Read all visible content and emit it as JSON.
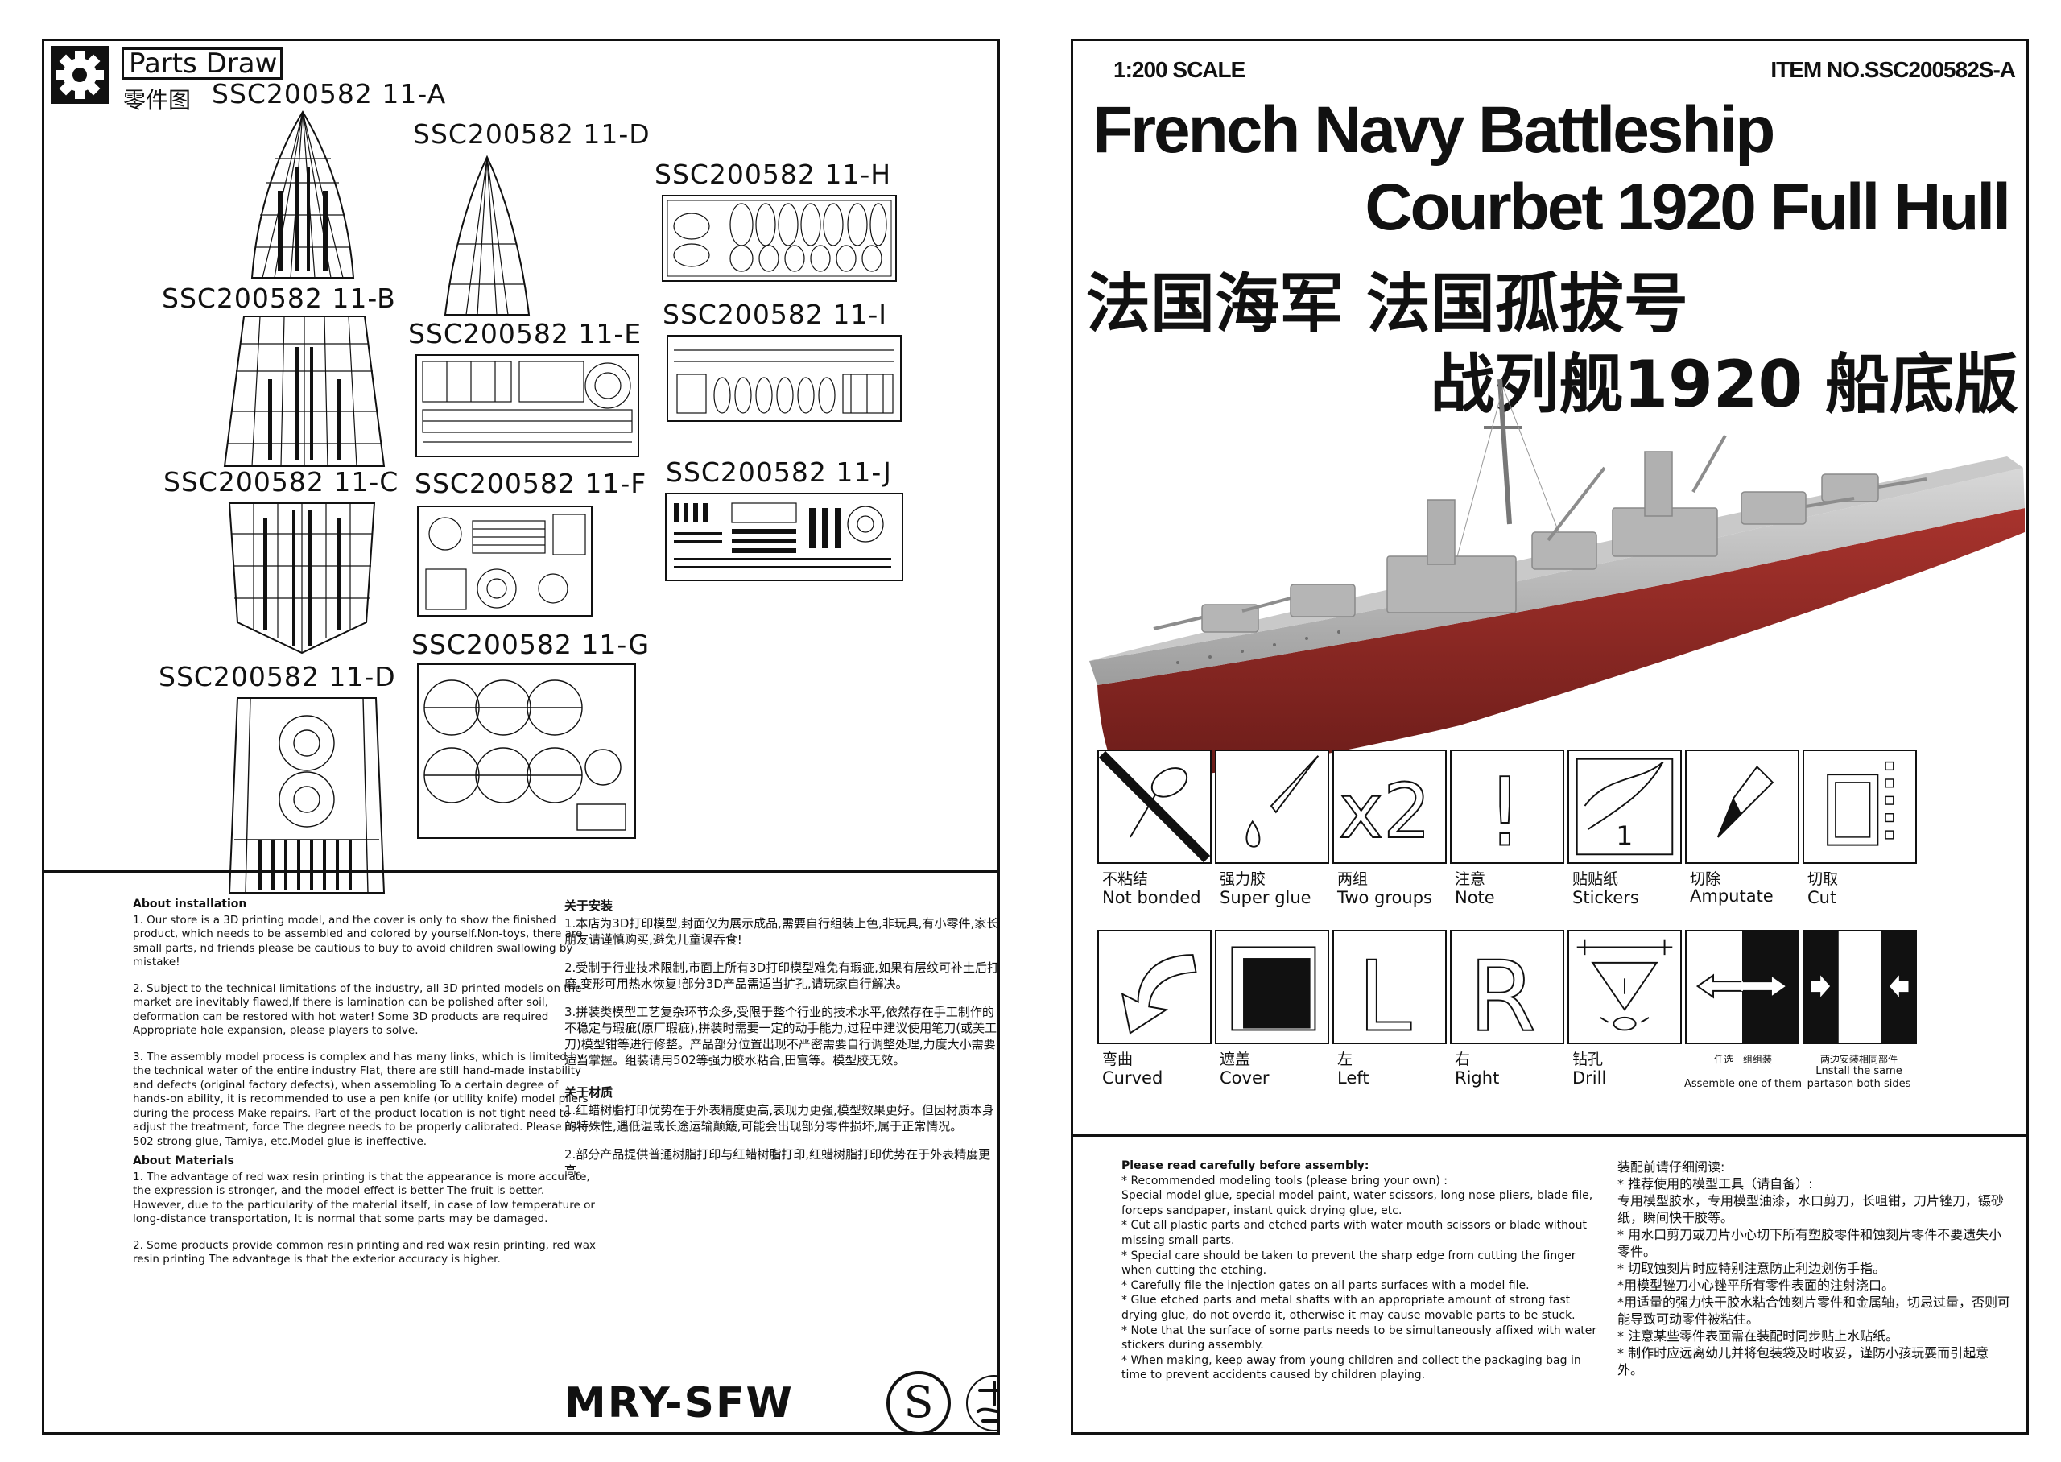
{
  "left_page": {
    "header": {
      "title": "Parts Draw",
      "subtitle": "零件图",
      "icon": "gear-icon"
    },
    "parts": [
      {
        "id": "a",
        "label": "SSC200582 11-A"
      },
      {
        "id": "d1",
        "label": "SSC200582 11-D"
      },
      {
        "id": "h",
        "label": "SSC200582 11-H"
      },
      {
        "id": "b",
        "label": "SSC200582 11-B"
      },
      {
        "id": "e",
        "label": "SSC200582 11-E"
      },
      {
        "id": "i",
        "label": "SSC200582 11-I"
      },
      {
        "id": "c",
        "label": "SSC200582 11-C"
      },
      {
        "id": "f",
        "label": "SSC200582 11-F"
      },
      {
        "id": "j",
        "label": "SSC200582 11-J"
      },
      {
        "id": "g",
        "label": "SSC200582 11-G"
      },
      {
        "id": "d2",
        "label": "SSC200582 11-D"
      }
    ],
    "installation_en": {
      "heading": "About installation",
      "items": [
        "1. Our store is a 3D printing model, and the cover is only to show the finished product, which needs to be assembled and colored by yourself.Non-toys, there are small parts, nd friends please be cautious to buy to avoid children swallowing by mistake!",
        "2. Subject to the technical limitations of the industry, all 3D printed models on the market are inevitably flawed,If there is lamination can be polished after soil, deformation can be restored with hot water! Some 3D products are required Appropriate hole expansion, please players to solve.",
        "3. The assembly model process is complex and has many links, which is limited by the technical water of the entire industry Flat, there are still hand-made instability and defects (original factory defects), when assembling To a certain degree of hands-on ability, it is recommended to use a pen knife (or utility knife) model pliers during the process Make repairs. Part of the product location is not tight need to adjust the treatment, force The degree needs to be properly calibrated. Please use 502 strong glue, Tamiya, etc.Model glue is ineffective."
      ]
    },
    "materials_en": {
      "heading": "About Materials",
      "items": [
        "1. The advantage of red wax resin printing is that the appearance is more accurate, the expression is stronger, and the model effect is better The fruit is better. However, due to the particularity of the material itself, in case of low temperature or long-distance transportation, It is normal that some parts may be damaged.",
        "2. Some products provide common resin printing and red wax resin printing, red wax resin printing The advantage is that the exterior accuracy is higher."
      ]
    },
    "installation_zh": {
      "heading": "关于安装",
      "items": [
        "1.本店为3D打印模型,封面仅为展示成品,需要自行组装上色,非玩具,有小零件,家长朋友请谨慎购买,避免儿童误吞食!",
        "2.受制于行业技术限制,市面上所有3D打印模型难免有瑕疵,如果有层纹可补土后打磨,变形可用热水恢复!部分3D产品需适当扩孔,请玩家自行解决。",
        "3.拼装类模型工艺复杂环节众多,受限于整个行业的技术水平,依然存在手工制作的不稳定与瑕疵(原厂瑕疵),拼装时需要一定的动手能力,过程中建议使用笔刀(或美工刀)模型钳等进行修整。产品部分位置出现不严密需要自行调整处理,力度大小需要适当掌握。组装请用502等强力胶水粘合,田宫等。模型胶无效。"
      ]
    },
    "materials_zh": {
      "heading": "关于材质",
      "items": [
        "1.红蜡树脂打印优势在于外表精度更高,表现力更强,模型效果更好。但因材质本身的特殊性,遇低温或长途运输颠簸,可能会出现部分零件损坏,属于正常情况。",
        "2.部分产品提供普通树脂打印与红蜡树脂打印,红蜡树脂打印优势在于外表精度更高。"
      ]
    },
    "brand": {
      "name": "MRY-SFW",
      "mark": "S"
    }
  },
  "right_page": {
    "scale": "1:200 SCALE",
    "item_no": "ITEM NO.SSC200582S-A",
    "title_line1": "French Navy Battleship",
    "title_line2": "Courbet 1920 Full Hull",
    "title_zh_line1": "法国海军 法国孤拔号",
    "title_zh_line2": "战列舰1920 船底版",
    "colors": {
      "hull_red": "#8e2a26",
      "hull_grey": "#b8b8b8"
    },
    "icons": [
      {
        "id": "not-bonded",
        "zh": "不粘结",
        "en": "Not bonded"
      },
      {
        "id": "super-glue",
        "zh": "强力胶",
        "en": "Super glue"
      },
      {
        "id": "two-groups",
        "zh": "两组",
        "en": "Two groups",
        "glyph": "x2"
      },
      {
        "id": "note",
        "zh": "注意",
        "en": "Note",
        "glyph": "!"
      },
      {
        "id": "stickers",
        "zh": "贴贴纸",
        "en": "Stickers",
        "glyph": "1"
      },
      {
        "id": "amputate",
        "zh": "切除",
        "en": "Amputate"
      },
      {
        "id": "cut",
        "zh": "切取",
        "en": "Cut"
      },
      {
        "id": "curved",
        "zh": "弯曲",
        "en": "Curved"
      },
      {
        "id": "cover",
        "zh": "遮盖",
        "en": "Cover"
      },
      {
        "id": "left",
        "zh": "左",
        "en": "Left",
        "glyph": "L"
      },
      {
        "id": "right",
        "zh": "右",
        "en": "Right",
        "glyph": "R"
      },
      {
        "id": "drill",
        "zh": "钻孔",
        "en": "Drill"
      },
      {
        "id": "assemble-one",
        "zh": "任选一组组装",
        "en": "Assemble one of them"
      },
      {
        "id": "install-both",
        "zh": "两边安装相同部件",
        "en1": "Lnstall the same",
        "en2": "partason both sides"
      }
    ],
    "instructions_en": {
      "heading": "Please read carefully before assembly:",
      "text": "* Recommended modeling tools (please bring your own) :\nSpecial model glue, special model paint, water scissors, long nose pliers, blade file, forceps sandpaper, instant quick drying glue, etc.\n* Cut all plastic parts and etched parts with water mouth scissors or blade without missing small parts.\n* Special care should be taken to prevent the sharp edge from cutting the finger when cutting the etching.\n* Carefully file the injection gates on all parts surfaces with a model file.\n* Glue etched parts and metal shafts with an appropriate amount of strong fast drying glue, do not overdo it, otherwise it may cause movable parts to be stuck.\n* Note that the surface of some parts needs to be simultaneously affixed with water stickers during assembly.\n* When making, keep away from young children and collect the packaging bag in time to prevent accidents caused by children playing."
    },
    "instructions_zh": {
      "heading": "装配前请仔细阅读:",
      "text": "* 推荐使用的模型工具（请自备）:\n专用模型胶水，专用模型油漆，水口剪刀，长咀钳，刀片锉刀，镊砂纸，瞬间快干胶等。\n* 用水口剪刀或刀片小心切下所有塑胶零件和蚀刻片零件不要遗失小零件。\n* 切取蚀刻片时应特别注意防止利边划伤手指。\n*用模型锉刀小心锉平所有零件表面的注射浇口。\n*用适量的强力快干胶水粘合蚀刻片零件和金属轴，切忌过量，否则可能导致可动零件被粘住。\n* 注意某些零件表面需在装配时同步贴上水贴纸。\n* 制作时应远离幼儿并将包装袋及时收妥，谨防小孩玩耍而引起意外。"
    }
  }
}
